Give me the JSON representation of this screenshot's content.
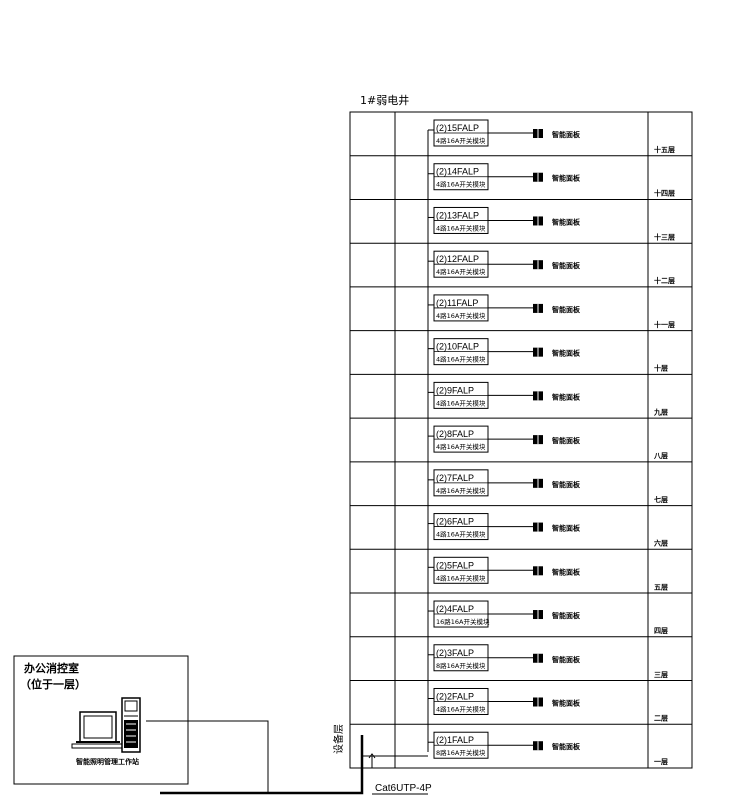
{
  "shaft_title": "1#弱电井",
  "floors": [
    {
      "panel_id": "(2)15FALP",
      "module": "4路16A开关模块",
      "device": "智能面板",
      "floor": "十五层"
    },
    {
      "panel_id": "(2)14FALP",
      "module": "4路16A开关模块",
      "device": "智能面板",
      "floor": "十四层"
    },
    {
      "panel_id": "(2)13FALP",
      "module": "4路16A开关模块",
      "device": "智能面板",
      "floor": "十三层"
    },
    {
      "panel_id": "(2)12FALP",
      "module": "4路16A开关模块",
      "device": "智能面板",
      "floor": "十二层"
    },
    {
      "panel_id": "(2)11FALP",
      "module": "4路16A开关模块",
      "device": "智能面板",
      "floor": "十一层"
    },
    {
      "panel_id": "(2)10FALP",
      "module": "4路16A开关模块",
      "device": "智能面板",
      "floor": "十层"
    },
    {
      "panel_id": "(2)9FALP",
      "module": "4路16A开关模块",
      "device": "智能面板",
      "floor": "九层"
    },
    {
      "panel_id": "(2)8FALP",
      "module": "4路16A开关模块",
      "device": "智能面板",
      "floor": "八层"
    },
    {
      "panel_id": "(2)7FALP",
      "module": "4路16A开关模块",
      "device": "智能面板",
      "floor": "七层"
    },
    {
      "panel_id": "(2)6FALP",
      "module": "4路16A开关模块",
      "device": "智能面板",
      "floor": "六层"
    },
    {
      "panel_id": "(2)5FALP",
      "module": "4路16A开关模块",
      "device": "智能面板",
      "floor": "五层"
    },
    {
      "panel_id": "(2)4FALP",
      "module": "16路16A开关模块",
      "device": "智能面板",
      "floor": "四层"
    },
    {
      "panel_id": "(2)3FALP",
      "module": "8路16A开关模块",
      "device": "智能面板",
      "floor": "三层"
    },
    {
      "panel_id": "(2)2FALP",
      "module": "4路16A开关模块",
      "device": "智能面板",
      "floor": "二层"
    },
    {
      "panel_id": "(2)1FALP",
      "module": "8路16A开关模块",
      "device": "智能面板",
      "floor": "一层"
    }
  ],
  "control_room": {
    "title_line1": "办公消控室",
    "title_line2": "（位于一层）",
    "workstation_label": "智能照明管理工作站"
  },
  "equipment_layer_label": "设备层",
  "cable_label": "Cat6UTP-4P"
}
